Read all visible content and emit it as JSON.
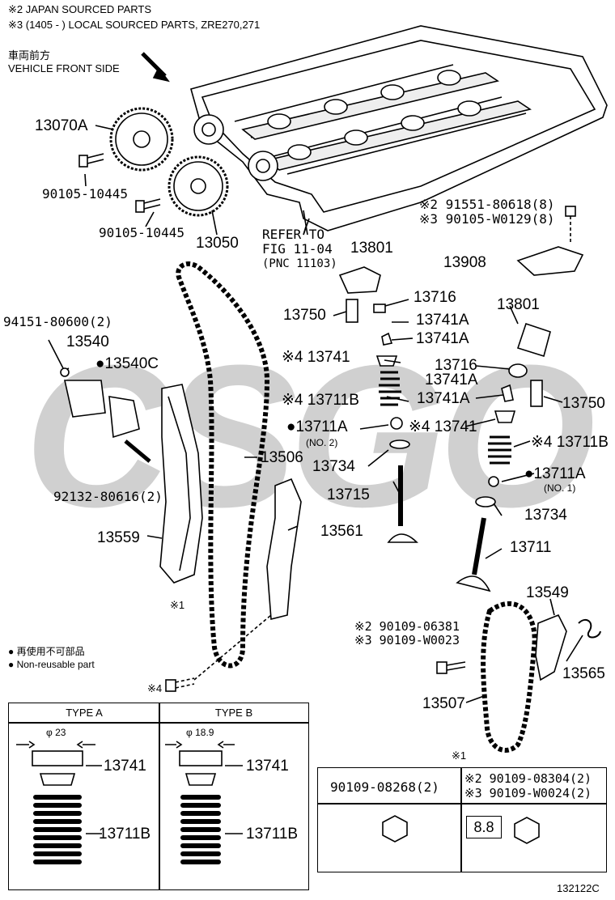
{
  "header": {
    "note1": "※2 JAPAN SOURCED  PARTS",
    "note2": "※3 (1405 -        ) LOCAL SOURCED PARTS, ZRE270,271",
    "front_jp": "車両前方",
    "front_en": "VEHICLE FRONT SIDE"
  },
  "watermark": "CSGO",
  "reference": {
    "line1": "REFER TO",
    "line2": "FIG 11-04",
    "line3": "(PNC 11103)"
  },
  "labels": {
    "p13070A": "13070A",
    "p90105a": "90105-10445",
    "p90105b": "90105-10445",
    "p13050": "13050",
    "p91551": "※2 91551-80618(8)",
    "p90105w": "※3 90105-W0129(8)",
    "p13908": "13908",
    "p13801a": "13801",
    "p13716a": "13716",
    "p13750a": "13750",
    "p13741Aa": "13741A",
    "p13741Ab": "13741A",
    "p94151": "94151-80600(2)",
    "p13540": "13540",
    "p13540C": "●13540C",
    "p13741a": "※4 13741",
    "p13711Ba": "※4 13711B",
    "p13711Aa": "●13711A",
    "p13711Aa_sub": "(NO. 2)",
    "p13734a": "13734",
    "p13506": "13506",
    "p13715": "13715",
    "p92132": "92132-80616(2)",
    "p13559": "13559",
    "p13561": "13561",
    "p13801b": "13801",
    "p13716b": "13716",
    "p13741Ac": "13741A",
    "p13741Ad": "13741A",
    "p13750b": "13750",
    "p13741b": "※4 13741",
    "p13711Bb": "※4 13711B",
    "p13711Ab": "●13711A",
    "p13711Ab_sub": "(NO. 1)",
    "p13734b": "13734",
    "p13711": "13711",
    "star1": "※1",
    "p90109a": "※2 90109-06381",
    "p90109b": "※3 90109-W0023",
    "p13549": "13549",
    "p13565": "13565",
    "p13507": "13507"
  },
  "legend": {
    "jp": "再使用不可部品",
    "en": "Non-reusable part"
  },
  "type_table": {
    "mark": "※4",
    "type_a": "TYPE A",
    "type_b": "TYPE B",
    "dia_a": "φ 23",
    "dia_b": "φ 18.9",
    "retainer": "13741",
    "spring": "13711B"
  },
  "bolt_table": {
    "mark": "※1",
    "left": "90109-08268(2)",
    "right1": "※2 90109-08304(2)",
    "right2": "※3 90109-W0024(2)",
    "grade": "8.8"
  },
  "figure_id": "132122C"
}
